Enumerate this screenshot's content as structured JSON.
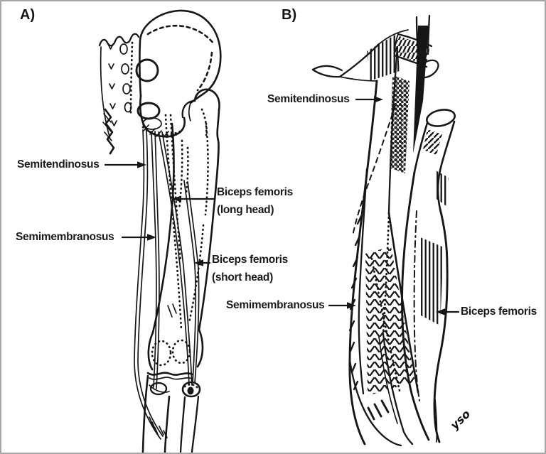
{
  "colors": {
    "ink": "#161616",
    "background": "#ffffff",
    "border": "#a6a6a6"
  },
  "panel_a": {
    "tag": "A)",
    "labels": {
      "semitendinosus": "Semitendinosus",
      "semimembranosus": "Semimembranosus",
      "biceps_long_line1": "Biceps femoris",
      "biceps_long_line2": "(long head)",
      "biceps_short_line1": "Biceps femoris",
      "biceps_short_line2": "(short head)"
    }
  },
  "panel_b": {
    "tag": "B)",
    "labels": {
      "semitendinosus": "Semitendinosus",
      "semimembranosus": "Semimembranosus",
      "biceps": "Biceps femoris"
    }
  },
  "signature": "yso"
}
